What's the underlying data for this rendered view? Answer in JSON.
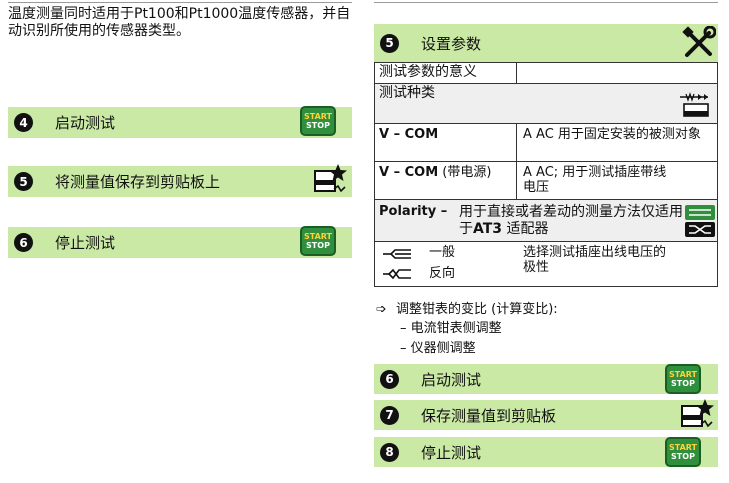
{
  "left": {
    "intro": "温度测量同时适用于Pt100和Pt1000温度传感器，并自动识别所使用的传感器类型。",
    "steps": [
      {
        "num": "4",
        "label": "启动测试"
      },
      {
        "num": "5",
        "label": "将测量值保存到剪贴板上"
      },
      {
        "num": "6",
        "label": "停止测试"
      }
    ]
  },
  "start_stop": {
    "start": "START",
    "stop": "STOP"
  },
  "right": {
    "settings_step": {
      "num": "5",
      "label": "设置参数"
    },
    "table": {
      "header": "测试参数的意义",
      "test_type": "测试种类",
      "v_com": {
        "label": "V – COM",
        "desc": "A AC 用于固定安装的被测对象"
      },
      "v_com_supply": {
        "label_bold": "V – COM",
        "label_rest": " (带电源)",
        "desc": "A AC; 用于测试插座带线电压"
      },
      "polarity": {
        "label": "Polarity –",
        "desc_prefix": "用于直接或者差动的测量方法仅适用于",
        "desc_bold": "AT3",
        "desc_suffix": " 适配器"
      },
      "normal": "一般",
      "reverse": "反向",
      "polarity_note": "选择测试插座出线电压的极性"
    },
    "adjust": {
      "arrow": "➩",
      "text": "调整钳表的变比 (计算变比):",
      "items": [
        "– 电流钳表侧调整",
        "– 仪器侧调整"
      ]
    },
    "steps": [
      {
        "num": "6",
        "label": "启动测试"
      },
      {
        "num": "7",
        "label": "保存测量值到剪贴板"
      },
      {
        "num": "8",
        "label": "停止测试"
      }
    ]
  },
  "colors": {
    "step_bar": "#c9e9a5",
    "button_green": "#2f8f3c",
    "button_start": "#ffd23a"
  }
}
